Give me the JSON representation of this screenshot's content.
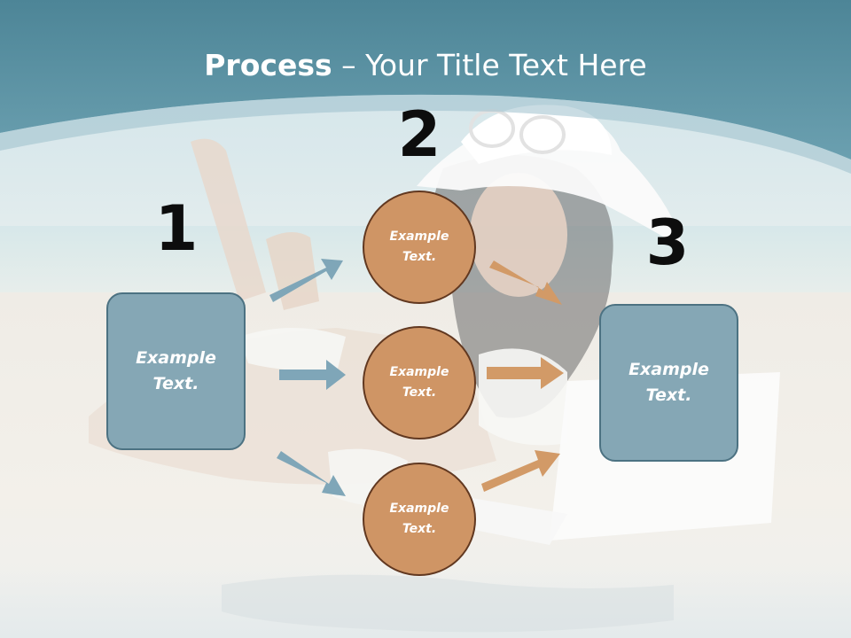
{
  "slide": {
    "title_bold": "Process",
    "title_rest": " – Your Title Text Here"
  },
  "steps": [
    {
      "number": "1"
    },
    {
      "number": "2"
    },
    {
      "number": "3"
    }
  ],
  "left_box": {
    "text": "Example Text."
  },
  "circles": [
    {
      "text": "Example Text."
    },
    {
      "text": "Example Text."
    },
    {
      "text": "Example Text."
    }
  ],
  "right_box": {
    "text": "Example Text."
  },
  "colors": {
    "header_band": "#5d94a5",
    "box_fill": "#85a7b5",
    "box_border": "#4c7282",
    "circle_fill": "#cf9565",
    "circle_border": "#613820",
    "blue_arrow": "#7fa6b8",
    "orange_arrow": "#d29a67",
    "number_color": "#0d0d0d"
  }
}
